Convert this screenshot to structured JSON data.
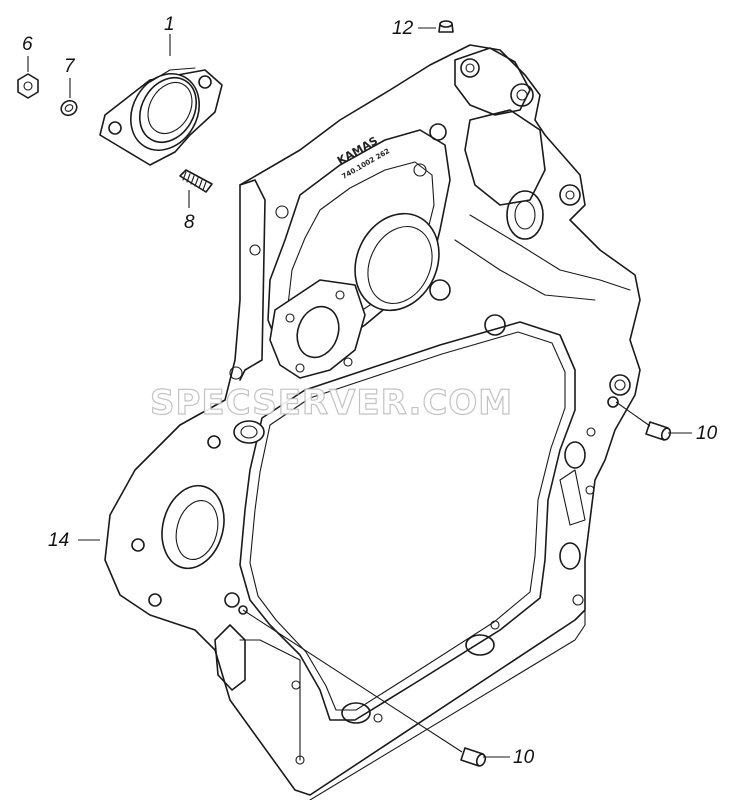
{
  "callouts": {
    "part_1": "1",
    "part_6": "6",
    "part_7": "7",
    "part_8": "8",
    "part_10_upper": "10",
    "part_10_lower": "10",
    "part_12": "12",
    "part_14": "14"
  },
  "watermark": "SPECSERVER.COM",
  "casting_mark": {
    "brand": "KAMAS",
    "code": "740.1002 262"
  }
}
